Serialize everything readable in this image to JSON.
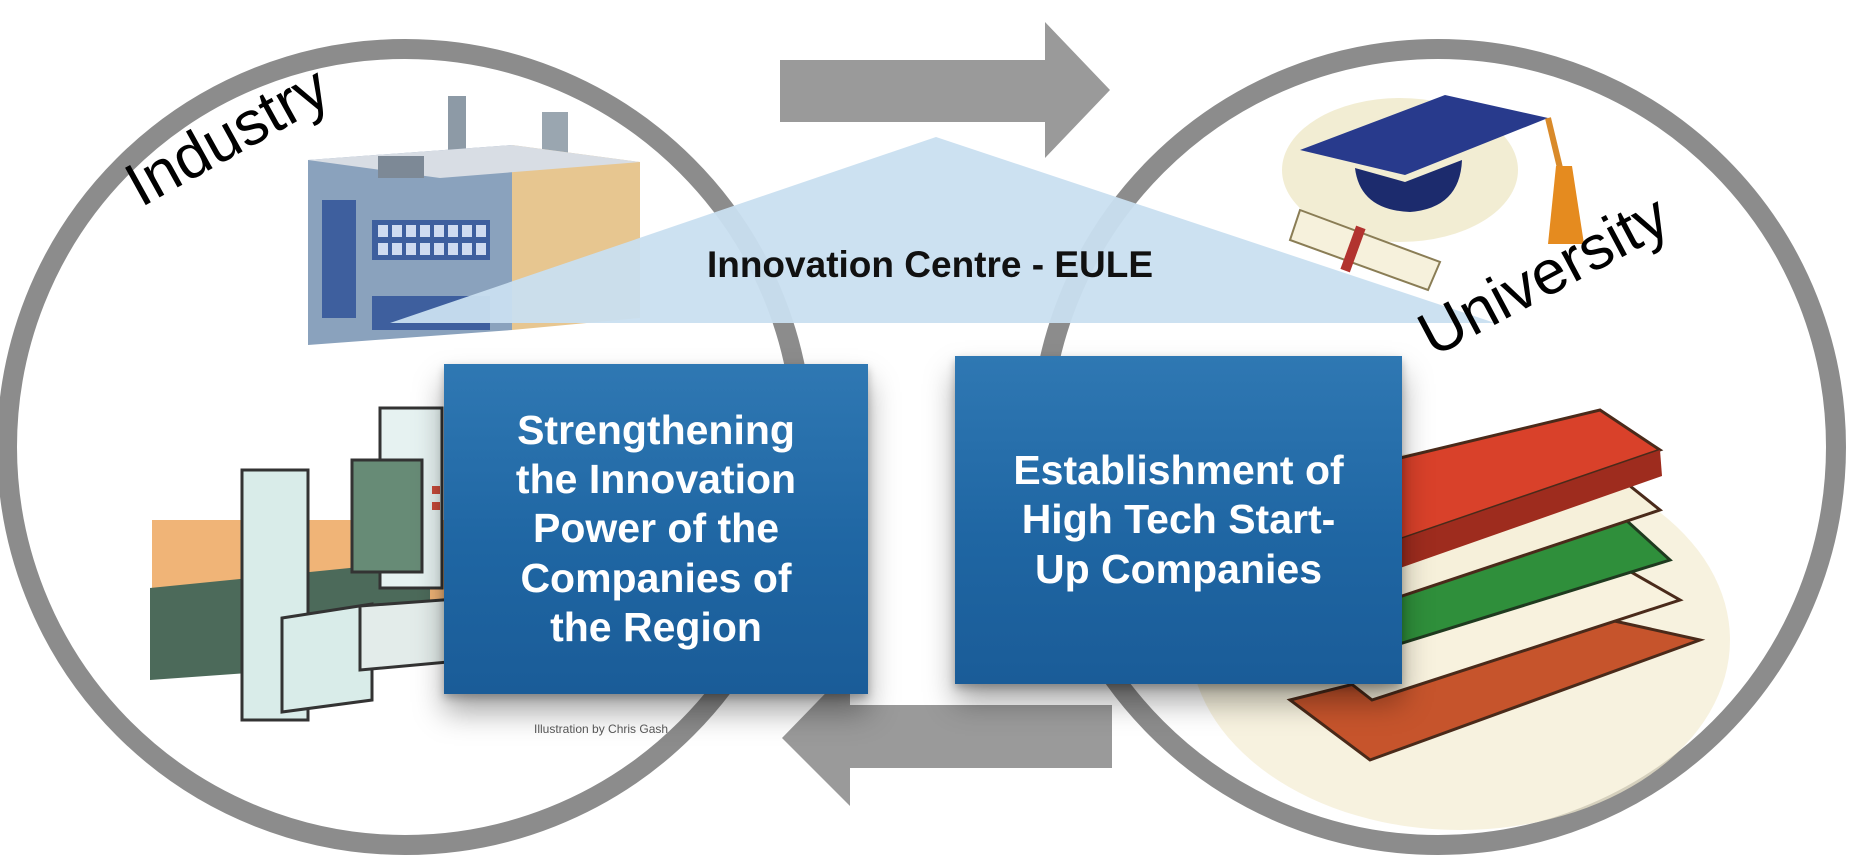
{
  "diagram": {
    "roof_label": "Innovation Centre - EULE",
    "left_circle_label": "Industry",
    "right_circle_label": "University",
    "box_left_text": "Strengthening\nthe Innovation\nPower of the\nCompanies of\nthe Region",
    "box_right_text": "Establishment of\nHigh Tech Start-\nUp Companies",
    "illustration_credit": "Illustration by Chris Gash"
  },
  "colors": {
    "circle_stroke": "#8c8c8c",
    "arrow_fill": "#9a9a9a",
    "roof_fill": "#c9dff0",
    "box_fill": "#2a71ad",
    "box_text": "#ffffff"
  },
  "icons": [
    "factory-icon",
    "machinery-icon",
    "graduation-cap-icon",
    "diploma-icon",
    "books-icon"
  ]
}
